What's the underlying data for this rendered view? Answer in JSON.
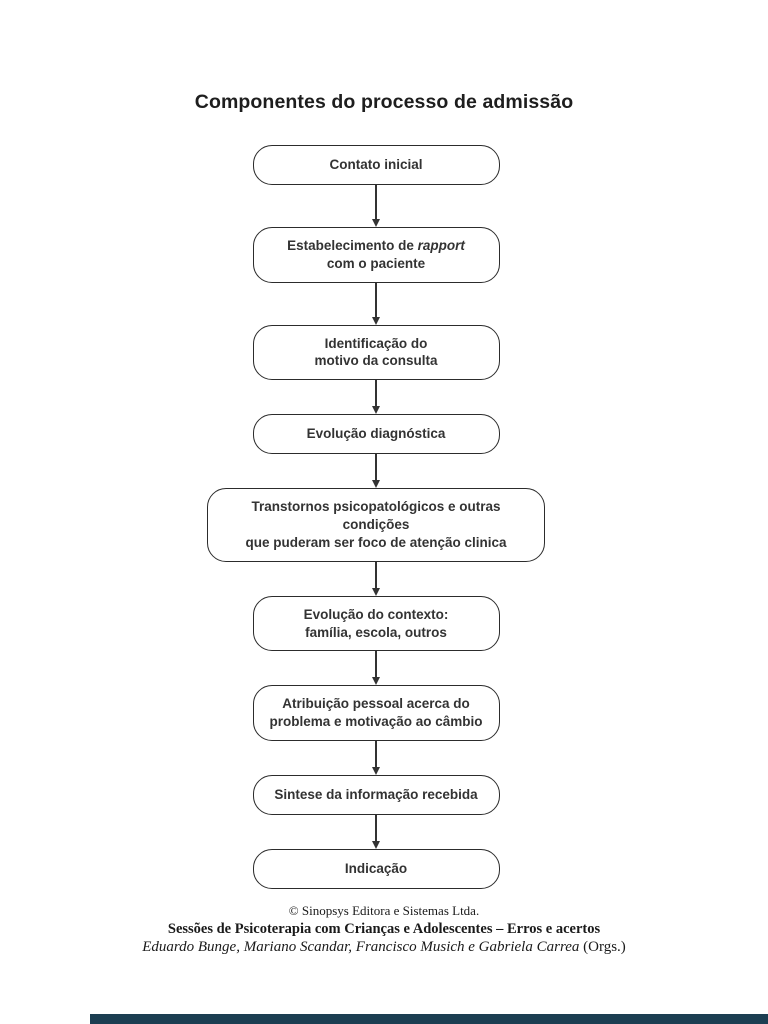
{
  "page": {
    "title": "Componentes do processo de admissão"
  },
  "flowchart": {
    "nodes": [
      {
        "id": "contato-inicial",
        "wide": false,
        "lines": [
          [
            {
              "t": "Contato inicial"
            }
          ]
        ]
      },
      {
        "id": "rapport",
        "wide": false,
        "lines": [
          [
            {
              "t": "Estabelecimento de "
            },
            {
              "t": "rapport",
              "italic": true
            }
          ],
          [
            {
              "t": "com o paciente"
            }
          ]
        ]
      },
      {
        "id": "motivo-consulta",
        "wide": false,
        "lines": [
          [
            {
              "t": "Identificação do"
            }
          ],
          [
            {
              "t": "motivo da consulta"
            }
          ]
        ]
      },
      {
        "id": "evolucao-diagnostica",
        "wide": false,
        "lines": [
          [
            {
              "t": "Evolução diagnóstica"
            }
          ]
        ]
      },
      {
        "id": "transtornos-psicopatologicos",
        "wide": true,
        "lines": [
          [
            {
              "t": "Transtornos psicopatológicos e outras condições"
            }
          ],
          [
            {
              "t": "que puderam ser foco de atenção clinica"
            }
          ]
        ]
      },
      {
        "id": "evolucao-contexto",
        "wide": false,
        "lines": [
          [
            {
              "t": "Evolução do contexto:"
            }
          ],
          [
            {
              "t": "família, escola, outros"
            }
          ]
        ]
      },
      {
        "id": "atribuicao-pessoal",
        "wide": false,
        "lines": [
          [
            {
              "t": "Atribuição pessoal acerca do"
            }
          ],
          [
            {
              "t": "problema e motivação ao câmbio"
            }
          ]
        ]
      },
      {
        "id": "sintese-informacao",
        "wide": false,
        "lines": [
          [
            {
              "t": "Sintese da informação recebida"
            }
          ]
        ]
      },
      {
        "id": "indicacao",
        "wide": false,
        "lines": [
          [
            {
              "t": "Indicação"
            }
          ]
        ]
      }
    ]
  },
  "footer": {
    "copyright": "© Sinopsys Editora e Sistemas Ltda.",
    "book_title": "Sessões de Psicoterapia com Crianças e Adolescentes – Erros e acertos",
    "authors_italic": "Eduardo Bunge, Mariano Scandar, Francisco Musich e Gabriela Carrea",
    "authors_suffix": " (Orgs.)"
  },
  "colors": {
    "box_border": "#2c2c2c",
    "box_text": "#333333",
    "arrow": "#333333",
    "bottom_bar": "#1c3e52"
  }
}
